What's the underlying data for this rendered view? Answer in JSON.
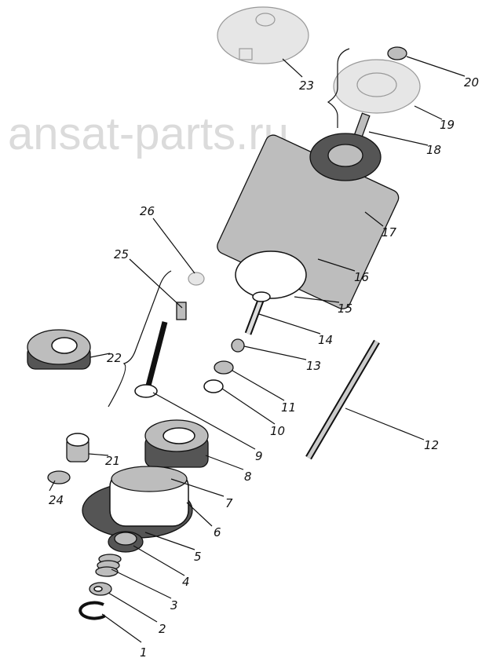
{
  "watermark": "ansat-parts.ru",
  "callouts": [
    "1",
    "2",
    "3",
    "4",
    "5",
    "6",
    "7",
    "8",
    "9",
    "10",
    "11",
    "12",
    "13",
    "14",
    "15",
    "16",
    "17",
    "18",
    "19",
    "20",
    "21",
    "22",
    "23",
    "24",
    "25",
    "26"
  ]
}
